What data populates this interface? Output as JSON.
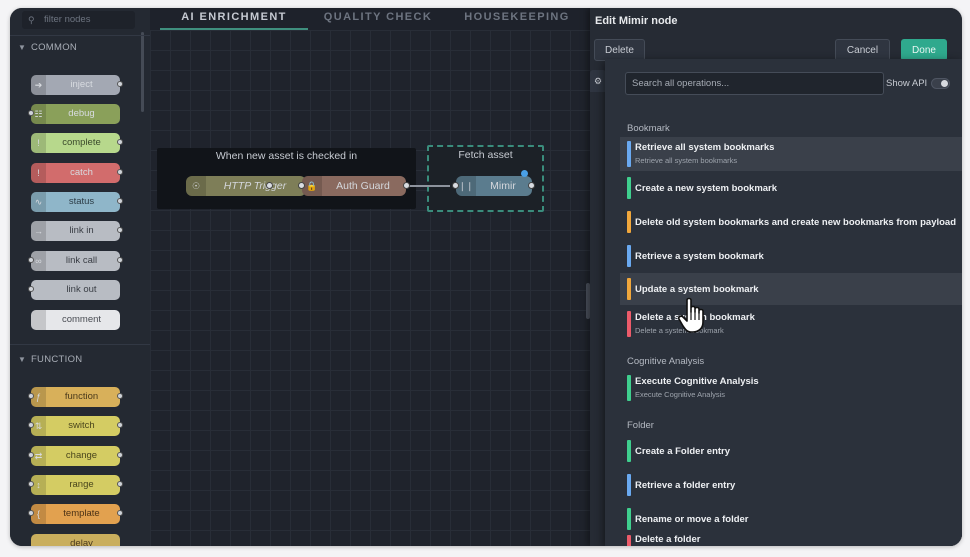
{
  "palette": {
    "filter_placeholder": "filter nodes",
    "categories": [
      {
        "label": "COMMON",
        "nodes": [
          {
            "label": "inject",
            "color": "#a3a8b3"
          },
          {
            "label": "debug",
            "color": "#8aa05a"
          },
          {
            "label": "complete",
            "color": "#b7d88c"
          },
          {
            "label": "catch",
            "color": "#d26c6c"
          },
          {
            "label": "status",
            "color": "#8fb6c9"
          },
          {
            "label": "link in",
            "color": "#b8bcc3"
          },
          {
            "label": "link call",
            "color": "#b8bcc3"
          },
          {
            "label": "link out",
            "color": "#b8bcc3"
          },
          {
            "label": "comment",
            "color": "#e6e7ea"
          }
        ]
      },
      {
        "label": "FUNCTION",
        "nodes": [
          {
            "label": "function",
            "color": "#d8b05a"
          },
          {
            "label": "switch",
            "color": "#d4cc63"
          },
          {
            "label": "change",
            "color": "#d4cc63"
          },
          {
            "label": "range",
            "color": "#d4cc63"
          },
          {
            "label": "template",
            "color": "#e2a14f"
          },
          {
            "label": "delay",
            "color": "#c9ae5d"
          }
        ]
      }
    ]
  },
  "tabs": [
    {
      "label": "AI ENRICHMENT",
      "active": true
    },
    {
      "label": "QUALITY CHECK",
      "active": false
    },
    {
      "label": "HOUSEKEEPING",
      "active": false
    }
  ],
  "flow": {
    "group1_label": "When new asset is checked in",
    "group2_label": "Fetch asset",
    "nodes": {
      "http_trigger": "HTTP Trigger",
      "auth_guard": "Auth Guard",
      "mimir": "Mimir"
    }
  },
  "editor": {
    "title": "Edit Mimir node",
    "delete_label": "Delete",
    "cancel_label": "Cancel",
    "done_label": "Done"
  },
  "dropdown": {
    "search_placeholder": "Search all operations...",
    "show_api_label": "Show API",
    "sections": {
      "bookmark": "Bookmark",
      "cognitive": "Cognitive Analysis",
      "folder": "Folder"
    },
    "ops": {
      "retrieve_all": {
        "title": "Retrieve all system bookmarks",
        "sub": "Retrieve all system bookmarks",
        "color": "#6aa9f0"
      },
      "create_bookmark": {
        "title": "Create a new system bookmark",
        "color": "#3fcf8e"
      },
      "delete_old": {
        "title": "Delete old system bookmarks and create new bookmarks from payload",
        "color": "#f0a73c"
      },
      "retrieve_one": {
        "title": "Retrieve a system bookmark",
        "color": "#6aa9f0"
      },
      "update_one": {
        "title": "Update a system bookmark",
        "color": "#f0a73c"
      },
      "delete_one": {
        "title": "Delete a system bookmark",
        "sub": "Delete a system bookmark",
        "color": "#ec5b6a"
      },
      "exec_cognitive": {
        "title": "Execute Cognitive Analysis",
        "sub": "Execute Cognitive Analysis",
        "color": "#3fcf8e"
      },
      "create_folder": {
        "title": "Create a Folder entry",
        "color": "#3fcf8e"
      },
      "retrieve_folder": {
        "title": "Retrieve a folder entry",
        "color": "#6aa9f0"
      },
      "rename_folder": {
        "title": "Rename or move a folder",
        "color": "#3fcf8e"
      },
      "delete_folder": {
        "title": "Delete a folder",
        "color": "#ec5b6a"
      }
    }
  }
}
